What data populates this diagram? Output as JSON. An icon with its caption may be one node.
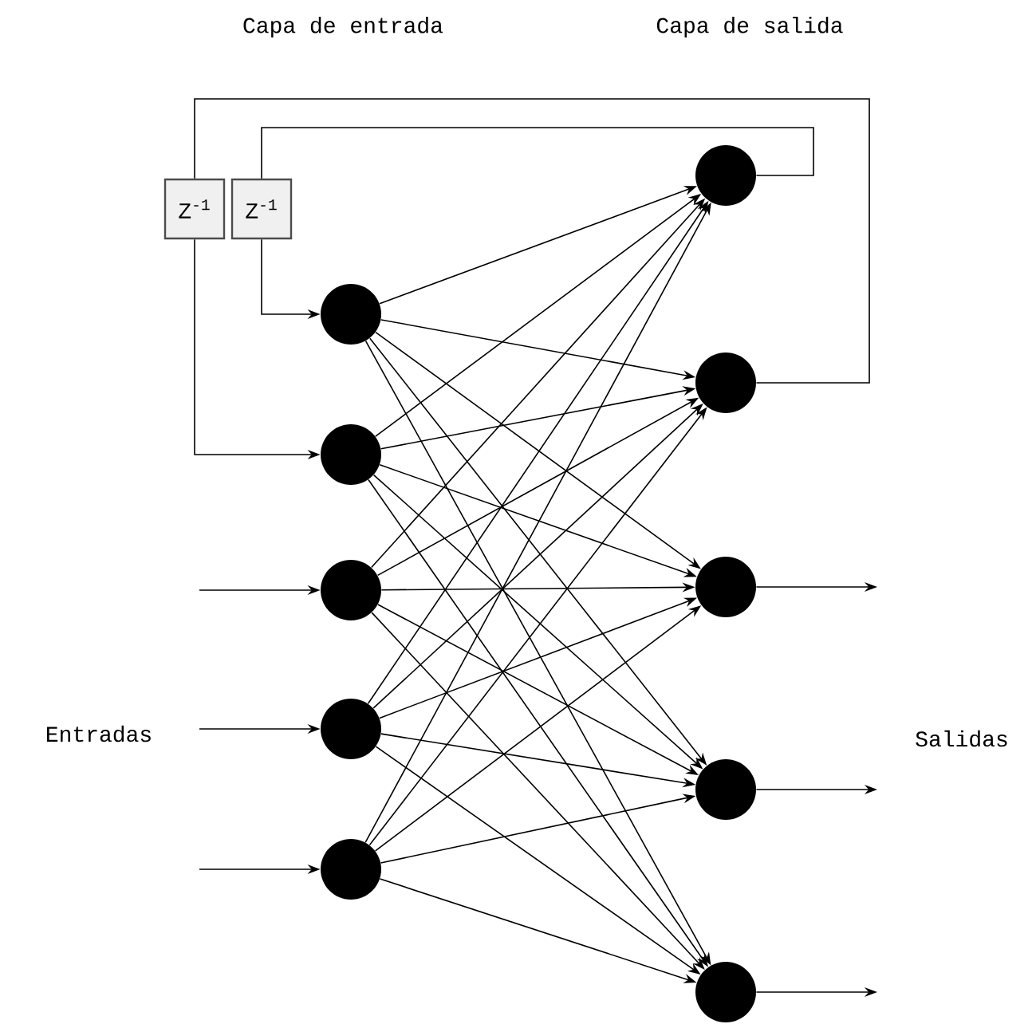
{
  "diagram": {
    "nodes": [
      {
        "text": [],
        "shape": "circle"
      },
      {
        "text": [],
        "shape": "circle"
      },
      {
        "text": [],
        "shape": "circle"
      },
      {
        "text": [],
        "shape": "circle"
      },
      {
        "text": [],
        "shape": "circle"
      },
      {
        "text": [],
        "shape": "circle"
      },
      {
        "text": [],
        "shape": "circle"
      },
      {
        "text": [],
        "shape": "circle"
      },
      {
        "text": [],
        "shape": "circle"
      },
      {
        "text": [],
        "shape": "circle"
      },
      {
        "text": [
          "Z$^{-1}$"
        ]
      },
      {
        "text": [
          "Z$^{-1}$"
        ]
      }
    ],
    "edges": [
      {
        "from": 0,
        "to": 5,
        "arrow": "to"
      },
      {
        "from": 0,
        "to": 6,
        "arrow": "to"
      },
      {
        "from": 0,
        "to": 7,
        "arrow": "to"
      },
      {
        "from": 0,
        "to": 8,
        "arrow": "to"
      },
      {
        "from": 0,
        "to": 9,
        "arrow": "to"
      },
      {
        "from": 1,
        "to": 5,
        "arrow": "to"
      },
      {
        "from": 1,
        "to": 6,
        "arrow": "to"
      },
      {
        "from": 1,
        "to": 7,
        "arrow": "to"
      },
      {
        "from": 1,
        "to": 8,
        "arrow": "to"
      },
      {
        "from": 1,
        "to": 9,
        "arrow": "to"
      },
      {
        "from": 2,
        "to": 5,
        "arrow": "to"
      },
      {
        "from": 2,
        "to": 6,
        "arrow": "to"
      },
      {
        "from": 2,
        "to": 7,
        "arrow": "to"
      },
      {
        "from": 2,
        "to": 8,
        "arrow": "to"
      },
      {
        "from": 2,
        "to": 9,
        "arrow": "to"
      },
      {
        "from": 3,
        "to": 5,
        "arrow": "to"
      },
      {
        "from": 3,
        "to": 6,
        "arrow": "to"
      },
      {
        "from": 3,
        "to": 7,
        "arrow": "to"
      },
      {
        "from": 3,
        "to": 8,
        "arrow": "to"
      },
      {
        "from": 3,
        "to": 9,
        "arrow": "to"
      },
      {
        "from": 4,
        "to": 5,
        "arrow": "to"
      },
      {
        "from": 4,
        "to": 6,
        "arrow": "to"
      },
      {
        "from": 4,
        "to": 7,
        "arrow": "to"
      },
      {
        "from": 4,
        "to": 8,
        "arrow": "to"
      },
      {
        "from": 4,
        "to": 9,
        "arrow": "to"
      },
      {
        "from": 5,
        "to": 11,
        "arrow": "none"
      },
      {
        "from": 11,
        "to": 0,
        "arrow": "to"
      },
      {
        "from": 6,
        "to": 10,
        "arrow": "none"
      },
      {
        "from": 10,
        "to": 1,
        "arrow": "to"
      },
      {
        "from": null,
        "to": 2,
        "arrow": "to"
      },
      {
        "from": null,
        "to": 3,
        "arrow": "to"
      },
      {
        "from": null,
        "to": 4,
        "arrow": "to"
      },
      {
        "from": 7,
        "to": null,
        "arrow": "to"
      },
      {
        "from": 8,
        "to": null,
        "arrow": "to"
      },
      {
        "from": 9,
        "to": null,
        "arrow": "to"
      }
    ],
    "labels": [
      "Capa de entrada",
      "Capa de salida",
      "Entradas",
      "Salidas"
    ]
  }
}
